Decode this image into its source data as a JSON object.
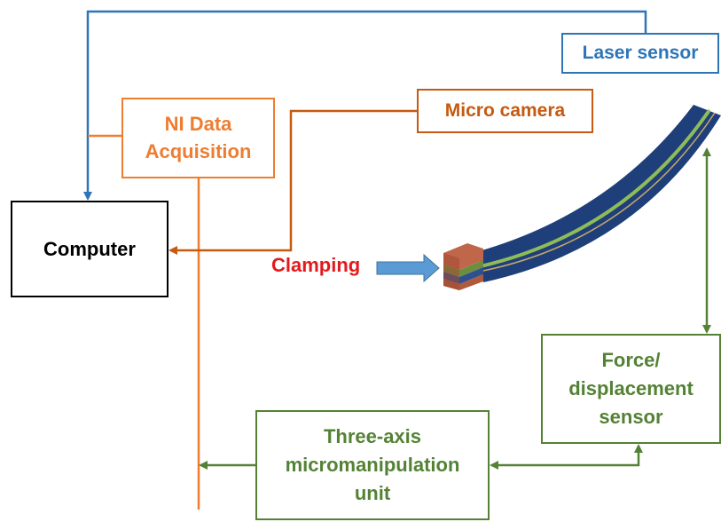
{
  "boxes": {
    "laser_sensor": "Laser sensor",
    "ni_daq": [
      "NI Data",
      "Acquisition"
    ],
    "micro_camera": "Micro camera",
    "computer": "Computer",
    "force_sensor": [
      "Force/",
      "displacement",
      "sensor"
    ],
    "three_axis": [
      "Three-axis",
      "micromanipulation",
      "unit"
    ]
  },
  "labels": {
    "clamping": "Clamping"
  },
  "colors": {
    "laser": "#2e75b6",
    "ni_daq": "#ed7d31",
    "camera": "#c55a11",
    "computer": "#000000",
    "green": "#548235",
    "clamping_text": "#e31a1c",
    "clamping_arrow": "#5b9bd5",
    "beam_body": "#1f3f7a",
    "beam_stripe": "#8fbc5a"
  }
}
